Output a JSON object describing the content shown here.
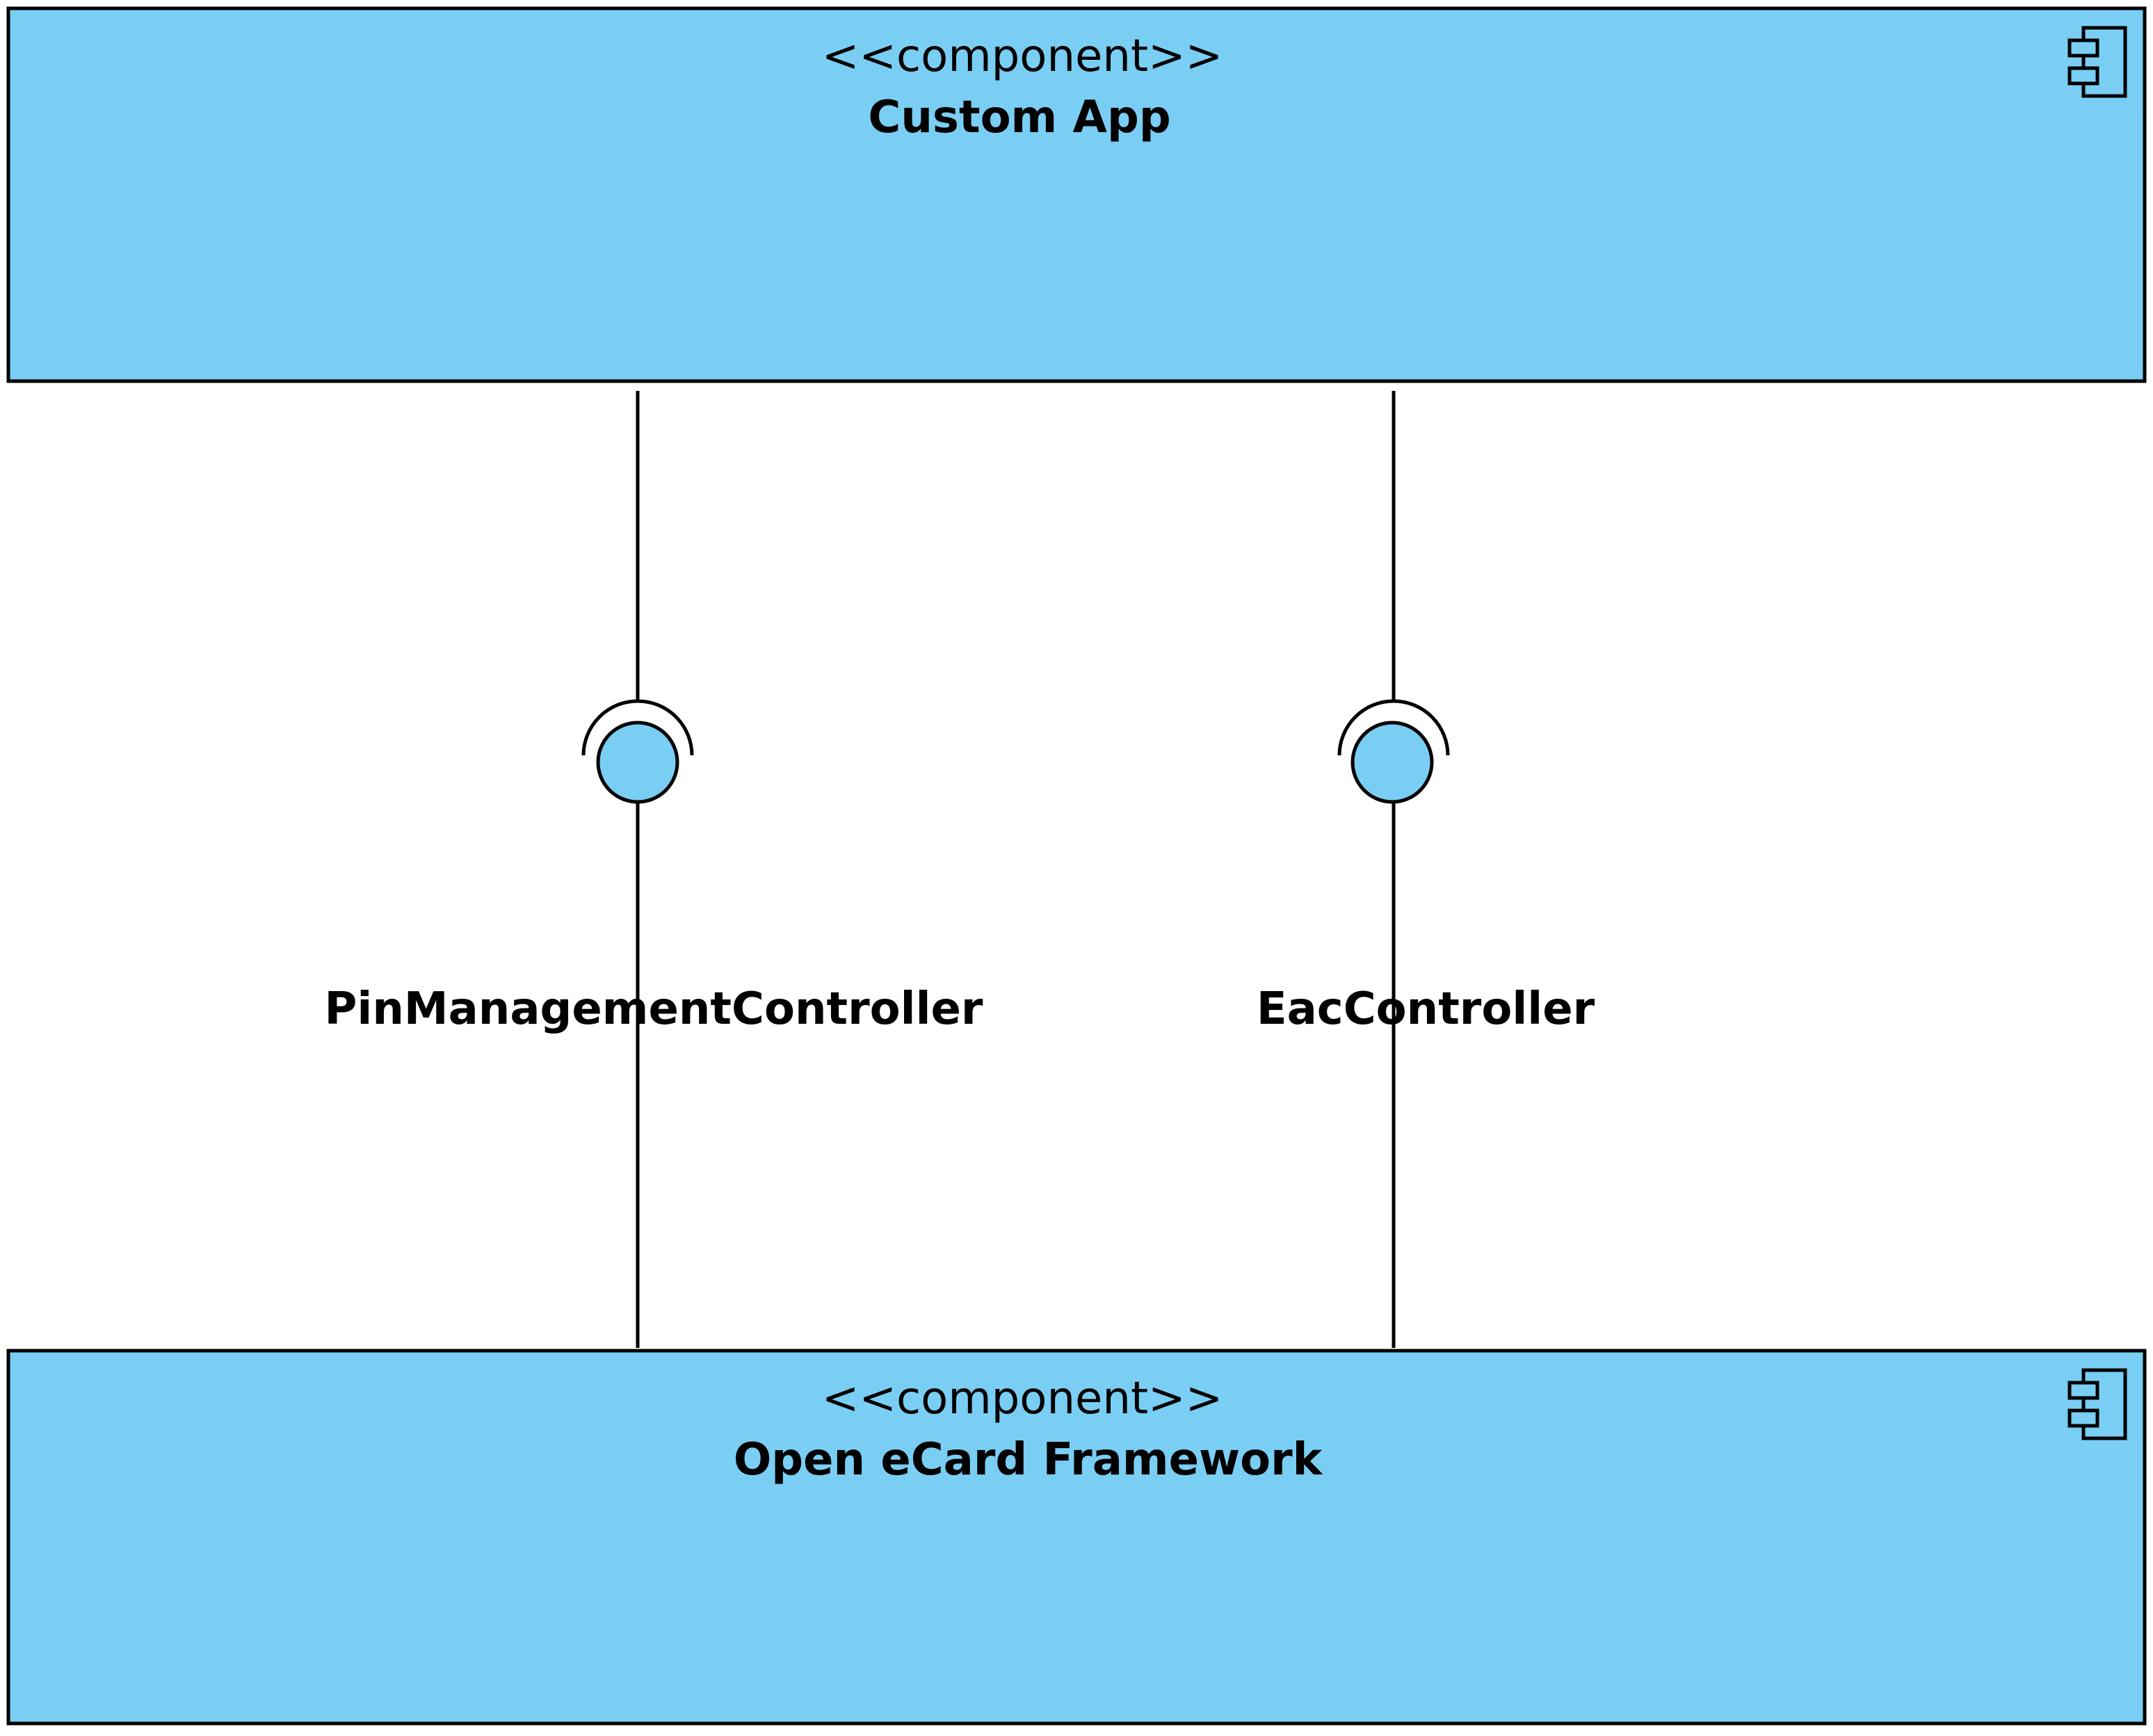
{
  "colors": {
    "component_fill": "#7acef4",
    "stroke": "#000000",
    "background": "#ffffff"
  },
  "components": [
    {
      "stereotype": "<<component>>",
      "name": "Custom App",
      "icon": "component-icon"
    },
    {
      "stereotype": "<<component>>",
      "name": "Open eCard Framework",
      "icon": "component-icon"
    }
  ],
  "interfaces": [
    {
      "name": "PinManagementController",
      "symbol": "ball-and-socket"
    },
    {
      "name": "EacController",
      "symbol": "ball-and-socket"
    }
  ]
}
